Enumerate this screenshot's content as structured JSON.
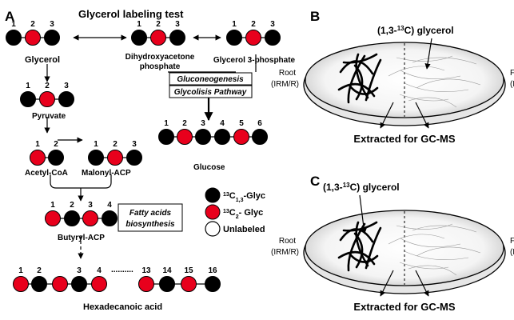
{
  "panels": {
    "a": "A",
    "b": "B",
    "c": "C"
  },
  "title": "Glycerol labeling test",
  "glycerol": {
    "label": "Glycerol",
    "nums": [
      "1",
      "2",
      "3"
    ]
  },
  "dhap": {
    "label_line1": "Dihydroxyacetone",
    "label_line2": "phosphate",
    "nums": [
      "1",
      "2",
      "3"
    ]
  },
  "g3p": {
    "label": "Glycerol 3-phosphate",
    "nums": [
      "1",
      "2",
      "3"
    ]
  },
  "pyruvate": {
    "label": "Pyruvate",
    "nums": [
      "1",
      "2",
      "3"
    ]
  },
  "pathways": {
    "gluconeogenesis": "Gluconeogenesis",
    "glycolysis": "Glycolisis Pathway"
  },
  "glucose": {
    "label": "Glucose",
    "nums": [
      "1",
      "2",
      "3",
      "4",
      "5",
      "6"
    ]
  },
  "acetyl_coa": {
    "label": "Acetyl-CoA",
    "nums": [
      "1",
      "2"
    ]
  },
  "malonyl_acp": {
    "label": "Malonyl-ACP",
    "nums": [
      "1",
      "2",
      "3"
    ]
  },
  "butyryl_acp": {
    "label": "Butyryl-ACP",
    "nums": [
      "1",
      "2",
      "3",
      "4"
    ]
  },
  "fatty_acids": {
    "line1": "Fatty acids",
    "line2": "biosynthesis"
  },
  "hexadecanoic": {
    "label": "Hexadecanoic acid",
    "nums": [
      "1",
      "2",
      "3",
      "4",
      "13",
      "14",
      "15",
      "16"
    ],
    "dots": ".........."
  },
  "legend": {
    "c13": "13C1,3-Glyc",
    "c2": "13C2- Glyc",
    "unlabeled": "Unlabeled"
  },
  "colors": {
    "labeled_c13": "#000000",
    "labeled_c2": "#e8001c",
    "unlabeled": "#ffffff"
  },
  "dish_b": {
    "glycerol_label": "(1,3-13C) glycerol",
    "root_line1": "Root",
    "root_line2": "(IRM/R)",
    "fungal_line1": "Fungal",
    "fungal_line2": "(ERM)",
    "extracted": "Extracted for GC-MS"
  },
  "dish_c": {
    "glycerol_label": "(1,3-13C) glycerol",
    "root_line1": "Root",
    "root_line2": "(IRM/R)",
    "fungal_line1": "Fungal",
    "fungal_line2": "(ERM)",
    "extracted": "Extracted for GC-MS"
  }
}
